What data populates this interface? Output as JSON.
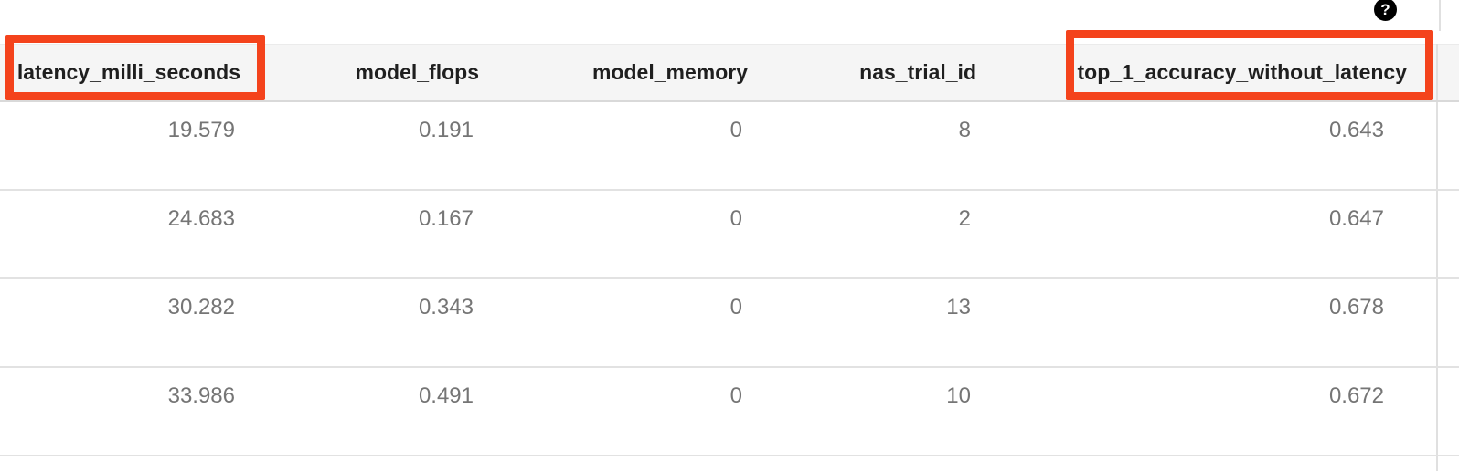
{
  "help": {
    "glyph": "?"
  },
  "table": {
    "columns": [
      {
        "label": "latency_milli_seconds",
        "highlighted": true
      },
      {
        "label": "model_flops",
        "highlighted": false
      },
      {
        "label": "model_memory",
        "highlighted": false
      },
      {
        "label": "nas_trial_id",
        "highlighted": false
      },
      {
        "label": "top_1_accuracy_without_latency",
        "highlighted": true
      }
    ],
    "rows": [
      [
        "19.579",
        "0.191",
        "0",
        "8",
        "0.643"
      ],
      [
        "24.683",
        "0.167",
        "0",
        "2",
        "0.647"
      ],
      [
        "30.282",
        "0.343",
        "0",
        "13",
        "0.678"
      ],
      [
        "33.986",
        "0.491",
        "0",
        "10",
        "0.672"
      ]
    ]
  },
  "colors": {
    "highlight_border": "#F4431C",
    "header_bg": "#F5F5F5",
    "header_text": "#1F1F1F",
    "cell_text": "#757575",
    "row_divider": "#E2E2E2",
    "column_divider": "#E0E0E0",
    "help_icon_bg": "#000000"
  }
}
